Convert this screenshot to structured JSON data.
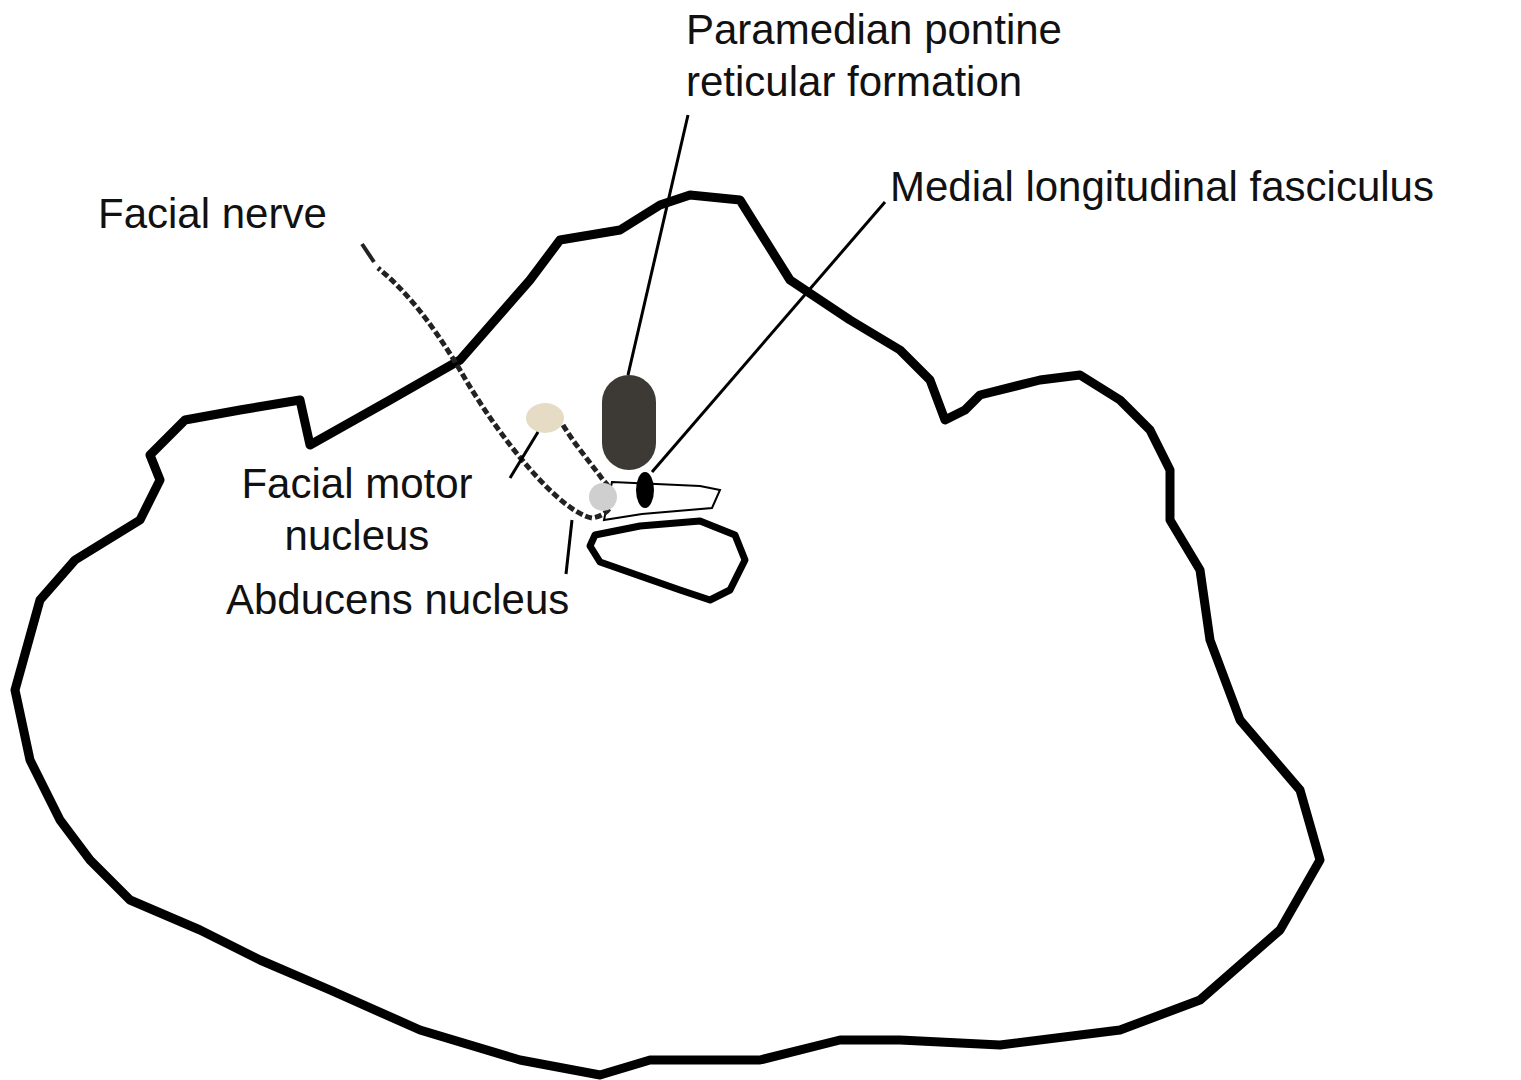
{
  "diagram": {
    "labels": [
      "Paramedian pontine reticular formation",
      "Medial longitudinal fasciculus",
      "Facial nerve",
      "Facial motor nucleus",
      "Abducens nucleus"
    ]
  }
}
